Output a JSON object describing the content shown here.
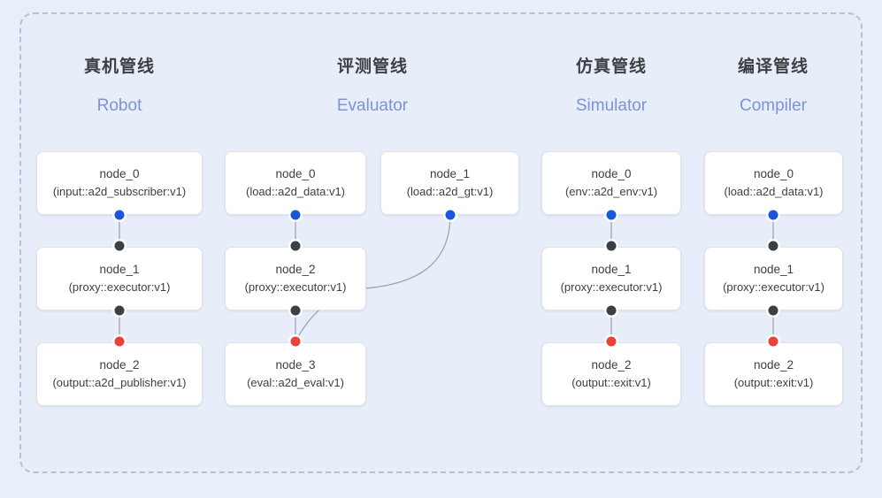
{
  "diagram": {
    "background_color": "#e9eefb",
    "panel_color": "#e8edfa",
    "frame_border_color": "#b9c0cf",
    "port_colors": {
      "output": "#1a56db",
      "input": "#3c4043",
      "terminal": "#ea4335"
    },
    "columns": [
      {
        "id": "robot",
        "title_cn": "真机管线",
        "title_en": "Robot",
        "nodes": [
          {
            "name": "node_0",
            "detail": "(input::a2d_subscriber:v1)"
          },
          {
            "name": "node_1",
            "detail": "(proxy::executor:v1)"
          },
          {
            "name": "node_2",
            "detail": "(output::a2d_publisher:v1)"
          }
        ]
      },
      {
        "id": "evaluator",
        "title_cn": "评测管线",
        "title_en": "Evaluator",
        "nodes": [
          {
            "name": "node_0",
            "detail": "(load::a2d_data:v1)"
          },
          {
            "name": "node_1",
            "detail": "(load::a2d_gt:v1)"
          },
          {
            "name": "node_2",
            "detail": "(proxy::executor:v1)"
          },
          {
            "name": "node_3",
            "detail": "(eval::a2d_eval:v1)"
          }
        ]
      },
      {
        "id": "simulator",
        "title_cn": "仿真管线",
        "title_en": "Simulator",
        "nodes": [
          {
            "name": "node_0",
            "detail": "(env::a2d_env:v1)"
          },
          {
            "name": "node_1",
            "detail": "(proxy::executor:v1)"
          },
          {
            "name": "node_2",
            "detail": "(output::exit:v1)"
          }
        ]
      },
      {
        "id": "compiler",
        "title_cn": "编译管线",
        "title_en": "Compiler",
        "nodes": [
          {
            "name": "node_0",
            "detail": "(load::a2d_data:v1)"
          },
          {
            "name": "node_1",
            "detail": "(proxy::executor:v1)"
          },
          {
            "name": "node_2",
            "detail": "(output::exit:v1)"
          }
        ]
      }
    ]
  }
}
